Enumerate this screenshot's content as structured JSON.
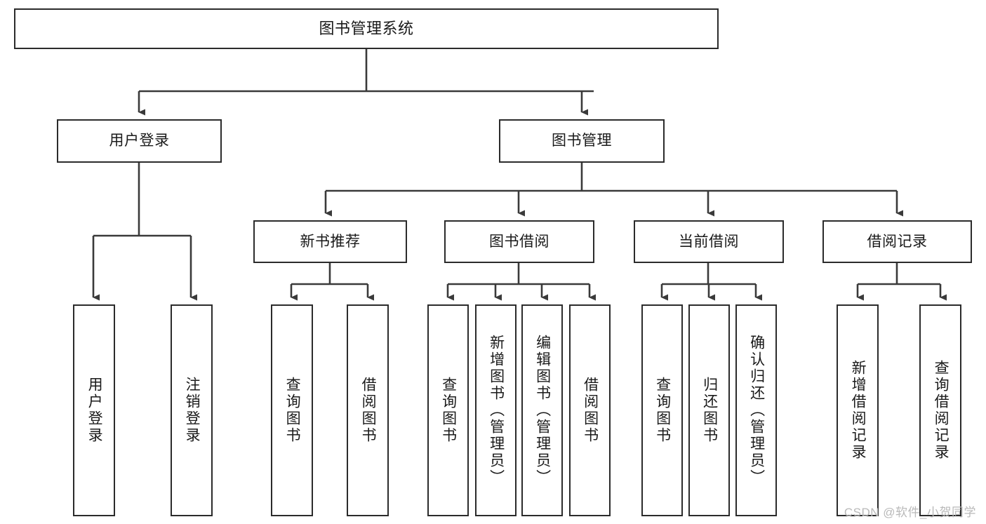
{
  "diagram": {
    "type": "hierarchy-tree",
    "title": "图书管理系统",
    "watermark": "CSDN @软件_小贺同学",
    "colors": {
      "box_stroke": "#2b2b2b",
      "box_fill": "#ffffff",
      "connector": "#3a3a3a",
      "text": "#1a1a1a",
      "watermark": "#b9b9b9"
    },
    "nodes": {
      "root": {
        "id": "root",
        "label": "图书管理系统",
        "level": 1
      },
      "level2": [
        {
          "id": "user-login",
          "label": "用户登录",
          "level": 2
        },
        {
          "id": "book-manage",
          "label": "图书管理",
          "level": 2
        }
      ],
      "level3": [
        {
          "id": "new-book-recommend",
          "label": "新书推荐",
          "level": 3,
          "parent": "book-manage"
        },
        {
          "id": "book-borrow",
          "label": "图书借阅",
          "level": 3,
          "parent": "book-manage"
        },
        {
          "id": "current-borrow",
          "label": "当前借阅",
          "level": 3,
          "parent": "book-manage"
        },
        {
          "id": "borrow-record",
          "label": "借阅记录",
          "level": 3,
          "parent": "book-manage"
        }
      ],
      "leaves": [
        {
          "id": "leaf-user-login",
          "label": "用户登录",
          "parent": "user-login"
        },
        {
          "id": "leaf-logout-login",
          "label": "注销登录",
          "parent": "user-login"
        },
        {
          "id": "leaf-query-book-1",
          "label": "查询图书",
          "parent": "new-book-recommend"
        },
        {
          "id": "leaf-borrow-book-1",
          "label": "借阅图书",
          "parent": "new-book-recommend"
        },
        {
          "id": "leaf-query-book-2",
          "label": "查询图书",
          "parent": "book-borrow"
        },
        {
          "id": "leaf-add-book",
          "label": "新增图书（管理员）",
          "parent": "book-borrow"
        },
        {
          "id": "leaf-edit-book",
          "label": "编辑图书（管理员）",
          "parent": "book-borrow"
        },
        {
          "id": "leaf-borrow-book-2",
          "label": "借阅图书",
          "parent": "book-borrow"
        },
        {
          "id": "leaf-query-book-3",
          "label": "查询图书",
          "parent": "current-borrow"
        },
        {
          "id": "leaf-return-book",
          "label": "归还图书",
          "parent": "current-borrow"
        },
        {
          "id": "leaf-confirm-return",
          "label": "确认归还（管理员）",
          "parent": "current-borrow"
        },
        {
          "id": "leaf-add-record",
          "label": "新增借阅记录",
          "parent": "borrow-record"
        },
        {
          "id": "leaf-query-record",
          "label": "查询借阅记录",
          "parent": "borrow-record"
        }
      ]
    }
  }
}
